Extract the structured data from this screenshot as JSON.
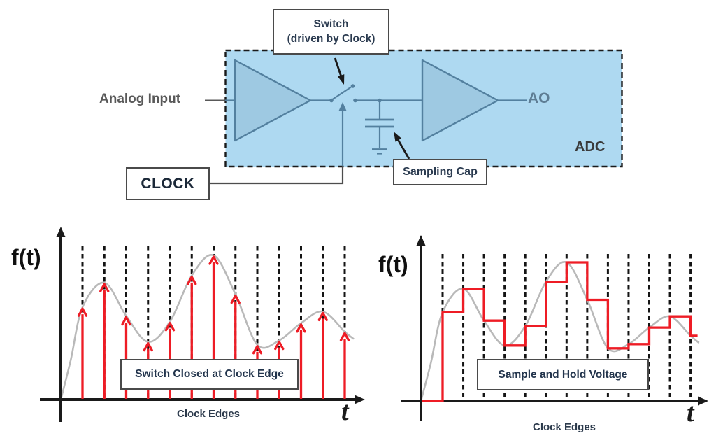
{
  "diagram": {
    "analog_input_label": "Analog Input",
    "switch_box": {
      "line1": "Switch",
      "line2": "(driven by Clock)"
    },
    "clock_box_label": "CLOCK",
    "sampling_cap_label": "Sampling Cap",
    "output_label": "AO",
    "adc_label": "ADC",
    "icons": [
      "amplifier-triangle",
      "open-switch",
      "sampling-capacitor",
      "ground"
    ],
    "colors": {
      "adc_box_fill": "#aed9f1",
      "amplifier_fill": "#9ec9e2",
      "circuit_line": "#53809f",
      "annotation_arrow": "#1a1a1a"
    }
  },
  "chart_data": [
    {
      "type": "line",
      "representation": "impulse_sampling",
      "ylabel": "f(t)",
      "xlabel": "t",
      "caption": "Clock Edges",
      "annotation_box": "Switch Closed at Clock Edge",
      "n_clock_edges": 13,
      "clock_edge_index": [
        1,
        2,
        3,
        4,
        5,
        6,
        7,
        8,
        9,
        10,
        11,
        12,
        13
      ],
      "samples_normalized": [
        0.64,
        0.81,
        0.58,
        0.4,
        0.54,
        0.86,
        1.0,
        0.73,
        0.38,
        0.41,
        0.53,
        0.61,
        0.47
      ],
      "grid": "dashed-vertical-at-clock-edges",
      "legend": "none",
      "curve_color": "#b9b9b9",
      "sample_color": "#ee1c25",
      "axis_color": "#1a1a1a"
    },
    {
      "type": "line",
      "representation": "sample_and_hold_staircase",
      "ylabel": "f(t)",
      "xlabel": "t",
      "caption": "Clock Edges",
      "annotation_box": "Sample and Hold Voltage",
      "n_clock_edges": 13,
      "clock_edge_index": [
        1,
        2,
        3,
        4,
        5,
        6,
        7,
        8,
        9,
        10,
        11,
        12,
        13
      ],
      "samples_normalized": [
        0.64,
        0.81,
        0.58,
        0.4,
        0.54,
        0.86,
        1.0,
        0.73,
        0.38,
        0.41,
        0.53,
        0.61,
        0.47
      ],
      "grid": "dashed-vertical-at-clock-edges",
      "legend": "none",
      "curve_color": "#b9b9b9",
      "sample_color": "#ee1c25",
      "axis_color": "#1a1a1a"
    }
  ]
}
